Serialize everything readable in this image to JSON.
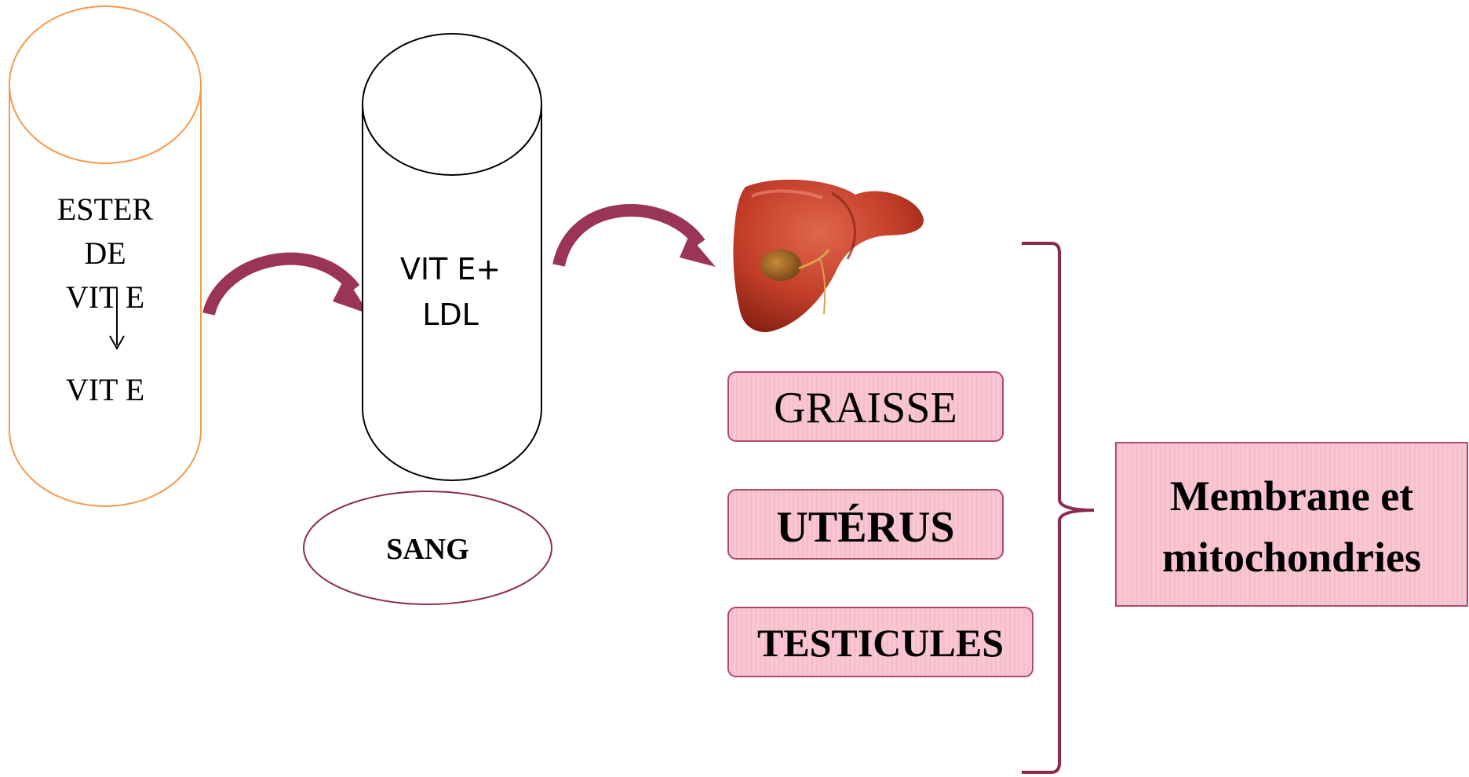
{
  "colors": {
    "orange": "#f39a4a",
    "arrow": "#9b3459",
    "box_fill": "#f9c6d3",
    "box_stroke": "#b04a6c",
    "bracket": "#8b2a50",
    "liver_main": "#c8402a",
    "liver_dark": "#8e2415",
    "liver_light": "#e5705a"
  },
  "cylinder_intestin": {
    "lines": [
      "ESTER",
      "DE",
      "VIT E"
    ],
    "product": "VIT E"
  },
  "cylinder_blood": {
    "lines": [
      "VIT E+",
      "LDL"
    ]
  },
  "blood_label": "SANG",
  "organ_icon": "liver-icon",
  "tissues": [
    "GRAISSE",
    "UTÉRUS",
    "TESTICULES"
  ],
  "target": [
    "Membrane et",
    "mitochondries"
  ]
}
